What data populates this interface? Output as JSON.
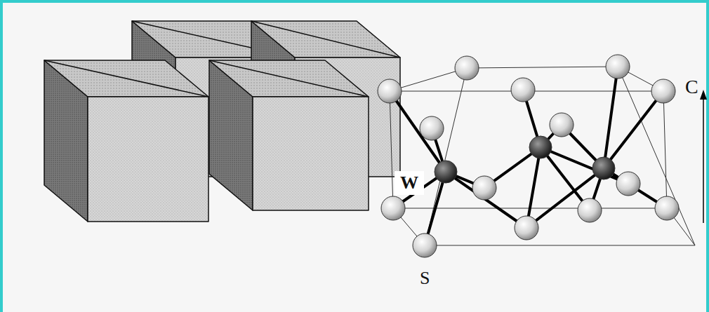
{
  "diagram": {
    "labels": [
      "W",
      "S",
      "C"
    ]
  }
}
